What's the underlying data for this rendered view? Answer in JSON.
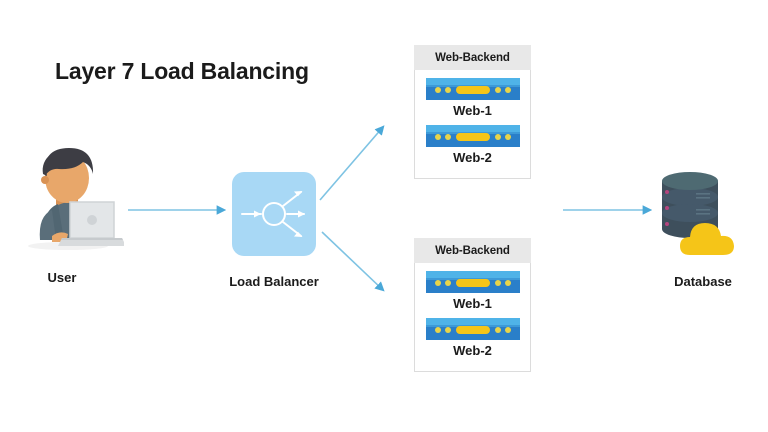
{
  "diagram": {
    "title": "Layer 7 Load Balancing",
    "background_color": "#ffffff",
    "accent_color": "#4aa8d8",
    "arrow_color": "#7ec3e3"
  },
  "nodes": {
    "user": {
      "label": "User",
      "icon": "user-at-laptop-illustration",
      "colors": {
        "hair": "#3d3d44",
        "skin": "#e8a76a",
        "shirt": "#5a6e7a",
        "laptop": "#d8dbdd"
      }
    },
    "load_balancer": {
      "label": "Load Balancer",
      "icon": "load-balancer-distribute-icon",
      "colors": {
        "tile": "#a8d8f5",
        "glyph": "#ffffff"
      }
    },
    "database": {
      "label": "Database",
      "icon": "database-cloud-icon",
      "colors": {
        "cylinder": "#3e4f5c",
        "cylinder_top": "#4e6a72",
        "cloud": "#f5c518",
        "port_light": "#b3457e"
      }
    }
  },
  "backends": [
    {
      "title": "Web-Backend",
      "servers": [
        {
          "name": "Web-1",
          "icon": "server-rack-icon"
        },
        {
          "name": "Web-2",
          "icon": "server-rack-icon"
        }
      ]
    },
    {
      "title": "Web-Backend",
      "servers": [
        {
          "name": "Web-1",
          "icon": "server-rack-icon"
        },
        {
          "name": "Web-2",
          "icon": "server-rack-icon"
        }
      ]
    }
  ],
  "connections": [
    {
      "name": "user-to-load-balancer",
      "from": "user",
      "to": "load_balancer",
      "style": "straight-arrow"
    },
    {
      "name": "load-balancer-to-backend-1",
      "from": "load_balancer",
      "to": "backend-1",
      "style": "diagonal-arrow-up"
    },
    {
      "name": "load-balancer-to-backend-2",
      "from": "load_balancer",
      "to": "backend-2",
      "style": "diagonal-arrow-down"
    },
    {
      "name": "backend-to-database",
      "from": "backends",
      "to": "database",
      "style": "straight-arrow"
    }
  ]
}
